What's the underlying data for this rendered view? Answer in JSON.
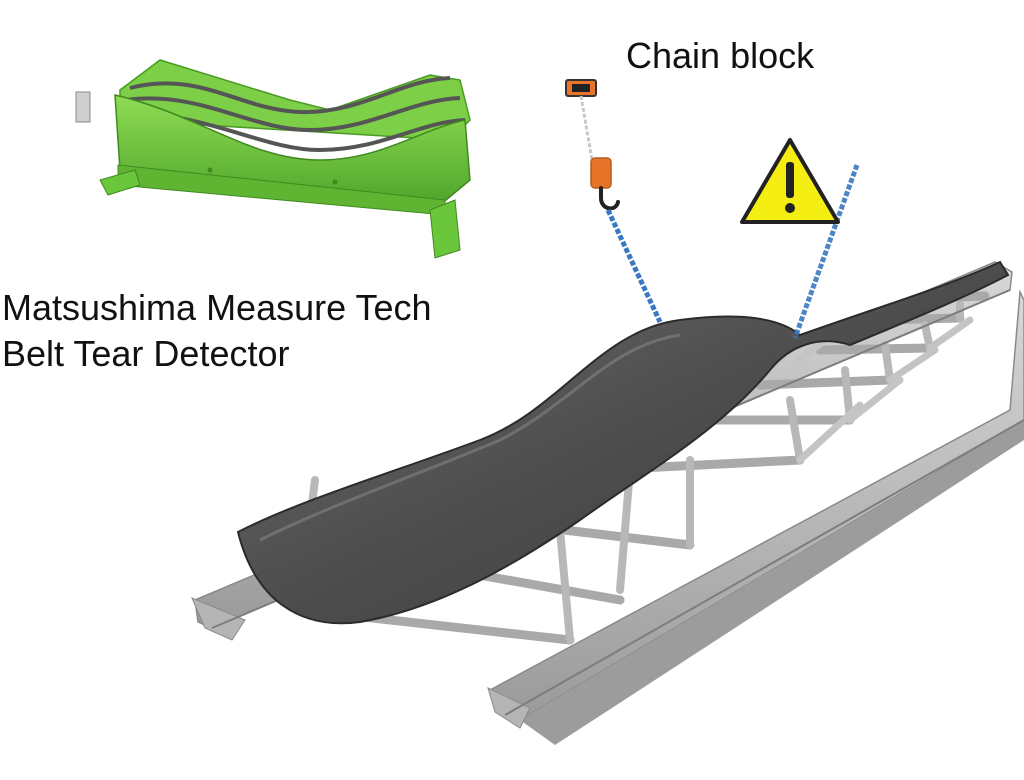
{
  "labels": {
    "chain_block": "Chain block",
    "detector_line1": "Matsushima Measure Tech",
    "detector_line2": "Belt Tear Detector"
  },
  "icons": {
    "warning": "warning-triangle-icon",
    "detector": "belt-tear-detector-icon",
    "chain_hook": "chain-hook-icon"
  },
  "colors": {
    "detector_green": "#6cc43a",
    "warning_yellow": "#f5ee12",
    "hoist_orange": "#e8742a",
    "chain_blue": "#3a78c2",
    "belt_gray": "#5a5a5a",
    "frame_gray": "#b9b9b9"
  }
}
